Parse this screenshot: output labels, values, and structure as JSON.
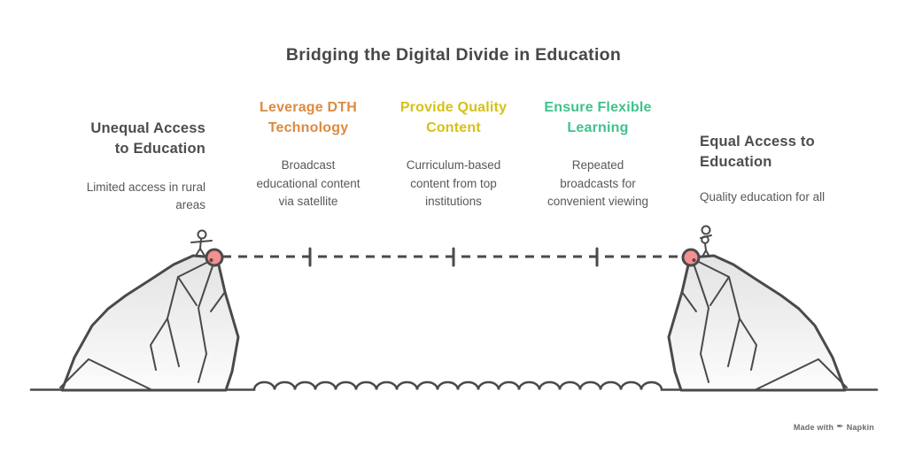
{
  "title": "Bridging the Digital Divide in Education",
  "columns": [
    {
      "id": "problem",
      "heading": "Unequal Access\nto Education",
      "body": "Limited access in rural\nareas",
      "color": "#4d4d4d"
    },
    {
      "id": "step-1",
      "heading": "Leverage DTH\nTechnology",
      "body": "Broadcast\neducational content\nvia satellite",
      "color": "#dd8a3f"
    },
    {
      "id": "step-2",
      "heading": "Provide Quality\nContent",
      "body": "Curriculum-based\ncontent from top\ninstitutions",
      "color": "#d6c115"
    },
    {
      "id": "step-3",
      "heading": "Ensure Flexible\nLearning",
      "body": "Repeated\nbroadcasts for\nconvenient viewing",
      "color": "#41c28d"
    },
    {
      "id": "goal",
      "heading": "Equal Access to\nEducation",
      "body": "Quality education for all",
      "color": "#4d4d4d"
    }
  ],
  "footer": {
    "made_with": "Made with",
    "pen_icon": "✒",
    "brand": "Napkin"
  },
  "colors": {
    "ink": "#4a4a4a",
    "body_text": "#585858",
    "anchor_fill": "#f49090",
    "cliff_fill_top": "#e3e3e3",
    "cliff_fill_bottom": "#fcfcfc"
  }
}
